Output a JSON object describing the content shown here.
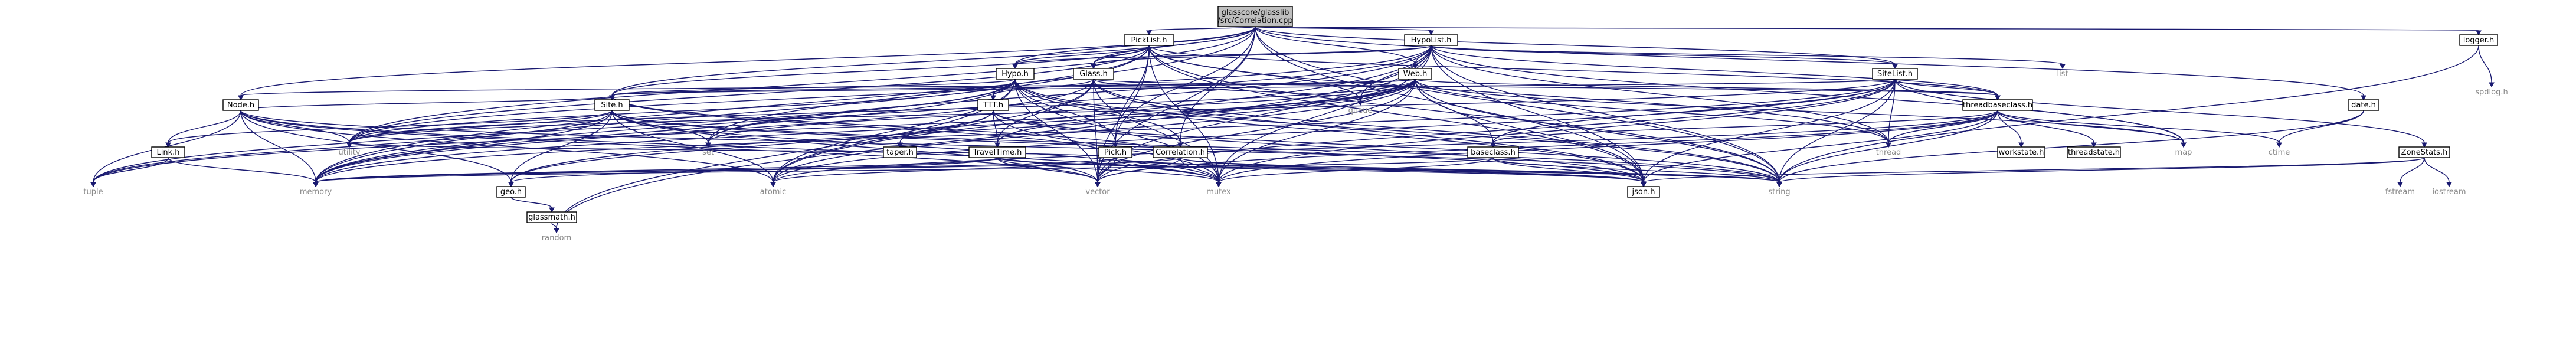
{
  "graph": {
    "root": {
      "name": "glasscore/glasslib\n/src/Correlation.cpp"
    },
    "nodes": {
      "PickList": {
        "label": "PickList.h",
        "external": false
      },
      "HypoList": {
        "label": "HypoList.h",
        "external": false
      },
      "logger": {
        "label": "logger.h",
        "external": false
      },
      "spdlog": {
        "label": "spdlog.h",
        "external": true
      },
      "Hypo": {
        "label": "Hypo.h",
        "external": false
      },
      "Glass": {
        "label": "Glass.h",
        "external": false
      },
      "Web": {
        "label": "Web.h",
        "external": false
      },
      "SiteList": {
        "label": "SiteList.h",
        "external": false
      },
      "date": {
        "label": "date.h",
        "external": false
      },
      "list": {
        "label": "list",
        "external": true
      },
      "ctime": {
        "label": "ctime",
        "external": true
      },
      "Node": {
        "label": "Node.h",
        "external": false
      },
      "Site": {
        "label": "Site.h",
        "external": false
      },
      "TTT": {
        "label": "TTT.h",
        "external": false
      },
      "queue": {
        "label": "queue",
        "external": true
      },
      "threadbaseclass": {
        "label": "threadbaseclass.h",
        "external": false
      },
      "ZoneStats": {
        "label": "ZoneStats.h",
        "external": false
      },
      "Link": {
        "label": "Link.h",
        "external": false
      },
      "utility": {
        "label": "utility",
        "external": true
      },
      "set": {
        "label": "set",
        "external": true
      },
      "taper": {
        "label": "taper.h",
        "external": false
      },
      "TravelTime": {
        "label": "TravelTime.h",
        "external": false
      },
      "Pick": {
        "label": "Pick.h",
        "external": false
      },
      "Correlation": {
        "label": "Correlation.h",
        "external": false
      },
      "baseclass": {
        "label": "baseclass.h",
        "external": false
      },
      "thread": {
        "label": "thread",
        "external": true
      },
      "workstate": {
        "label": "workstate.h",
        "external": false
      },
      "threadstate": {
        "label": "threadstate.h",
        "external": false
      },
      "map": {
        "label": "map",
        "external": true
      },
      "fstream": {
        "label": "fstream",
        "external": true
      },
      "iostream": {
        "label": "iostream",
        "external": true
      },
      "tuple": {
        "label": "tuple",
        "external": true
      },
      "memory": {
        "label": "memory",
        "external": true
      },
      "geo": {
        "label": "geo.h",
        "external": false
      },
      "atomic": {
        "label": "atomic",
        "external": true
      },
      "vector": {
        "label": "vector",
        "external": true
      },
      "mutex": {
        "label": "mutex",
        "external": true
      },
      "json": {
        "label": "json.h",
        "external": false
      },
      "string": {
        "label": "string",
        "external": true
      },
      "glassmath": {
        "label": "glassmath.h",
        "external": false
      },
      "random": {
        "label": "random",
        "external": true
      }
    }
  }
}
